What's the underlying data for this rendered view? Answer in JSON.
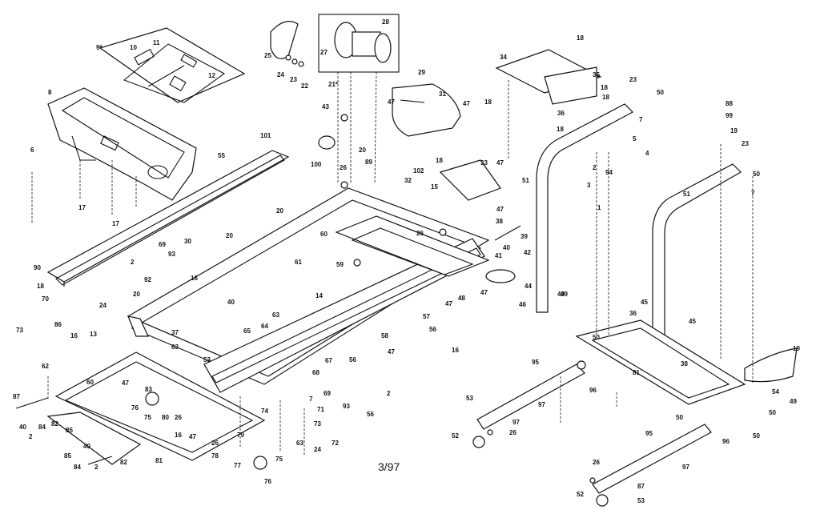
{
  "footer": "3/97",
  "labels": [
    {
      "id": "l9",
      "t": "9*"
    },
    {
      "id": "l10",
      "t": "10"
    },
    {
      "id": "l11",
      "t": "11"
    },
    {
      "id": "l12",
      "t": "12"
    },
    {
      "id": "l8",
      "t": "8"
    },
    {
      "id": "l55",
      "t": "55"
    },
    {
      "id": "l6",
      "t": "6"
    },
    {
      "id": "l17a",
      "t": "17"
    },
    {
      "id": "l17b",
      "t": "17"
    },
    {
      "id": "l101",
      "t": "101"
    },
    {
      "id": "l25",
      "t": "25"
    },
    {
      "id": "l24a",
      "t": "24"
    },
    {
      "id": "l23a",
      "t": "23"
    },
    {
      "id": "l22",
      "t": "22"
    },
    {
      "id": "l21",
      "t": "21*"
    },
    {
      "id": "l27",
      "t": "27"
    },
    {
      "id": "l28",
      "t": "28"
    },
    {
      "id": "l29",
      "t": "29"
    },
    {
      "id": "l47a",
      "t": "47"
    },
    {
      "id": "l31",
      "t": "31"
    },
    {
      "id": "l47b",
      "t": "47"
    },
    {
      "id": "l43",
      "t": "43"
    },
    {
      "id": "l100",
      "t": "100"
    },
    {
      "id": "l26a",
      "t": "26"
    },
    {
      "id": "l20a",
      "t": "20"
    },
    {
      "id": "l89",
      "t": "89"
    },
    {
      "id": "l18a",
      "t": "18"
    },
    {
      "id": "l102",
      "t": "102"
    },
    {
      "id": "l32",
      "t": "32"
    },
    {
      "id": "l33",
      "t": "33"
    },
    {
      "id": "l47c",
      "t": "47"
    },
    {
      "id": "l15",
      "t": "15"
    },
    {
      "id": "l47d",
      "t": "47"
    },
    {
      "id": "l34",
      "t": "34"
    },
    {
      "id": "l18b",
      "t": "18"
    },
    {
      "id": "l18c",
      "t": "18"
    },
    {
      "id": "l35",
      "t": "35"
    },
    {
      "id": "l18d",
      "t": "18"
    },
    {
      "id": "l18e",
      "t": "18"
    },
    {
      "id": "l36",
      "t": "36"
    },
    {
      "id": "l18f",
      "t": "18"
    },
    {
      "id": "l23b",
      "t": "23"
    },
    {
      "id": "l50a",
      "t": "50"
    },
    {
      "id": "l7a",
      "t": "7"
    },
    {
      "id": "l5",
      "t": "5"
    },
    {
      "id": "l4",
      "t": "4"
    },
    {
      "id": "l2a",
      "t": "2"
    },
    {
      "id": "l94",
      "t": "94"
    },
    {
      "id": "l3",
      "t": "3"
    },
    {
      "id": "l51a",
      "t": "51"
    },
    {
      "id": "l1",
      "t": "1"
    },
    {
      "id": "l88",
      "t": "88"
    },
    {
      "id": "l99",
      "t": "99"
    },
    {
      "id": "l19a",
      "t": "19"
    },
    {
      "id": "l23c",
      "t": "23"
    },
    {
      "id": "l50b",
      "t": "50"
    },
    {
      "id": "l7b",
      "t": "7"
    },
    {
      "id": "l51b",
      "t": "51"
    },
    {
      "id": "l20b",
      "t": "20"
    },
    {
      "id": "l60",
      "t": "60"
    },
    {
      "id": "l61",
      "t": "61"
    },
    {
      "id": "l38",
      "t": "38"
    },
    {
      "id": "l26b",
      "t": "26"
    },
    {
      "id": "l40a",
      "t": "40"
    },
    {
      "id": "l39",
      "t": "39"
    },
    {
      "id": "l41",
      "t": "41"
    },
    {
      "id": "l42",
      "t": "42"
    },
    {
      "id": "l44",
      "t": "44"
    },
    {
      "id": "l47e",
      "t": "47"
    },
    {
      "id": "l46",
      "t": "46"
    },
    {
      "id": "l59",
      "t": "59"
    },
    {
      "id": "l90",
      "t": "90"
    },
    {
      "id": "l18g",
      "t": "18"
    },
    {
      "id": "l70",
      "t": "70"
    },
    {
      "id": "l2b",
      "t": "2"
    },
    {
      "id": "l69",
      "t": "69"
    },
    {
      "id": "l93a",
      "t": "93"
    },
    {
      "id": "l30",
      "t": "30"
    },
    {
      "id": "l20c",
      "t": "20"
    },
    {
      "id": "l16a",
      "t": "16"
    },
    {
      "id": "l92",
      "t": "92"
    },
    {
      "id": "l20d",
      "t": "20"
    },
    {
      "id": "l24b",
      "t": "24"
    },
    {
      "id": "l40b",
      "t": "40"
    },
    {
      "id": "l63a",
      "t": "63"
    },
    {
      "id": "l65",
      "t": "65"
    },
    {
      "id": "l64",
      "t": "64"
    },
    {
      "id": "l14",
      "t": "14"
    },
    {
      "id": "l48",
      "t": "48"
    },
    {
      "id": "l47f",
      "t": "47"
    },
    {
      "id": "l57",
      "t": "57"
    },
    {
      "id": "l56a",
      "t": "56"
    },
    {
      "id": "l16b",
      "t": "16"
    },
    {
      "id": "l49a",
      "t": "49"
    },
    {
      "id": "l58",
      "t": "58"
    },
    {
      "id": "l47g",
      "t": "47"
    },
    {
      "id": "l56b",
      "t": "56"
    },
    {
      "id": "l73",
      "t": "73"
    },
    {
      "id": "l86",
      "t": "86"
    },
    {
      "id": "l16c",
      "t": "16"
    },
    {
      "id": "l13",
      "t": "13"
    },
    {
      "id": "l37",
      "t": "37"
    },
    {
      "id": "l63b",
      "t": "63"
    },
    {
      "id": "l62",
      "t": "62"
    },
    {
      "id": "l60b",
      "t": "60"
    },
    {
      "id": "l53a",
      "t": "53"
    },
    {
      "id": "l67",
      "t": "67"
    },
    {
      "id": "l68",
      "t": "68"
    },
    {
      "id": "l47h",
      "t": "47"
    },
    {
      "id": "l83",
      "t": "83"
    },
    {
      "id": "l69b",
      "t": "69"
    },
    {
      "id": "l7c",
      "t": "7"
    },
    {
      "id": "l71",
      "t": "71"
    },
    {
      "id": "l73b",
      "t": "73"
    },
    {
      "id": "l93b",
      "t": "93"
    },
    {
      "id": "l2c",
      "t": "2"
    },
    {
      "id": "l56c",
      "t": "56"
    },
    {
      "id": "l87",
      "t": "87"
    },
    {
      "id": "l40c",
      "t": "40"
    },
    {
      "id": "l2d",
      "t": "2"
    },
    {
      "id": "l84",
      "t": "84"
    },
    {
      "id": "l82a",
      "t": "82"
    },
    {
      "id": "l85",
      "t": "85"
    },
    {
      "id": "l76",
      "t": "76"
    },
    {
      "id": "l75a",
      "t": "75"
    },
    {
      "id": "l80",
      "t": "80"
    },
    {
      "id": "l26c",
      "t": "26"
    },
    {
      "id": "l47i",
      "t": "47"
    },
    {
      "id": "l74",
      "t": "74"
    },
    {
      "id": "l26d",
      "t": "26"
    },
    {
      "id": "l79",
      "t": "79"
    },
    {
      "id": "l63c",
      "t": "63"
    },
    {
      "id": "l72",
      "t": "72"
    },
    {
      "id": "l24c",
      "t": "24"
    },
    {
      "id": "l16d",
      "t": "16"
    },
    {
      "id": "l81a",
      "t": "81"
    },
    {
      "id": "l78",
      "t": "78"
    },
    {
      "id": "l77",
      "t": "77"
    },
    {
      "id": "l75b",
      "t": "75"
    },
    {
      "id": "l76b",
      "t": "76"
    },
    {
      "id": "l85b",
      "t": "85"
    },
    {
      "id": "l84b",
      "t": "84"
    },
    {
      "id": "l40d",
      "t": "40"
    },
    {
      "id": "l2e",
      "t": "2"
    },
    {
      "id": "l82b",
      "t": "82"
    },
    {
      "id": "l95a",
      "t": "95"
    },
    {
      "id": "l96a",
      "t": "96"
    },
    {
      "id": "l97a",
      "t": "97"
    },
    {
      "id": "l53b",
      "t": "53"
    },
    {
      "id": "l97b",
      "t": "97"
    },
    {
      "id": "l26e",
      "t": "26"
    },
    {
      "id": "l52a",
      "t": "52"
    },
    {
      "id": "l81b",
      "t": "81"
    },
    {
      "id": "l49b",
      "t": "49"
    },
    {
      "id": "l50c",
      "t": "50"
    },
    {
      "id": "l45a",
      "t": "45"
    },
    {
      "id": "l36b",
      "t": "36"
    },
    {
      "id": "l45b",
      "t": "45"
    },
    {
      "id": "l38b",
      "t": "38"
    },
    {
      "id": "l50d",
      "t": "50"
    },
    {
      "id": "l19b",
      "t": "19"
    },
    {
      "id": "l54",
      "t": "54"
    },
    {
      "id": "l49c",
      "t": "49"
    },
    {
      "id": "l50e",
      "t": "50"
    },
    {
      "id": "l96b",
      "t": "96"
    },
    {
      "id": "l50f",
      "t": "50"
    },
    {
      "id": "l95b",
      "t": "95"
    },
    {
      "id": "l97c",
      "t": "97"
    },
    {
      "id": "l26f",
      "t": "26"
    },
    {
      "id": "l87b",
      "t": "87"
    },
    {
      "id": "l52b",
      "t": "52"
    },
    {
      "id": "l53c",
      "t": "53"
    }
  ]
}
